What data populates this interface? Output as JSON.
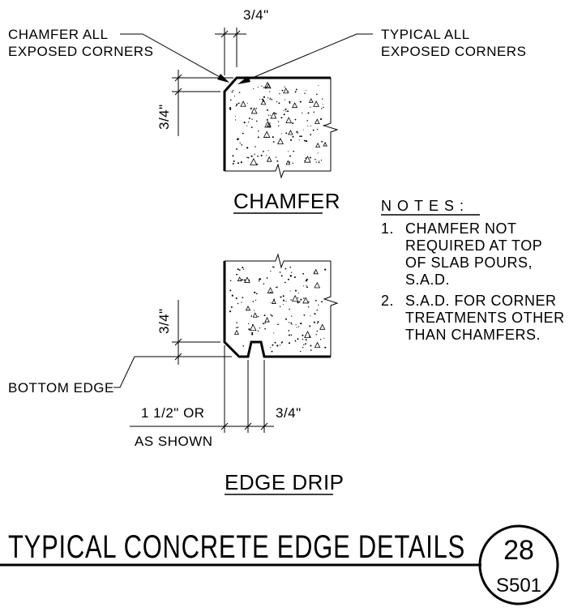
{
  "chamfer": {
    "label_chamfer_all": [
      "CHAMFER ALL",
      "EXPOSED CORNERS"
    ],
    "label_typical": [
      "TYPICAL ALL",
      "EXPOSED CORNERS"
    ],
    "dim_top": "3/4\"",
    "dim_side": "3/4\"",
    "title": "CHAMFER"
  },
  "notes": {
    "heading": "NOTES:",
    "items": [
      {
        "num": "1.",
        "lines": [
          "CHAMFER NOT",
          "REQUIRED AT TOP",
          "OF SLAB POURS,",
          "S.A.D."
        ]
      },
      {
        "num": "2.",
        "lines": [
          "S.A.D. FOR CORNER",
          "TREATMENTS OTHER",
          "THAN CHAMFERS."
        ]
      }
    ]
  },
  "edge_drip": {
    "dim_side": "3/4\"",
    "label_bottom_edge": "BOTTOM EDGE",
    "dim_left": [
      "1 1/2\" OR",
      "AS SHOWN"
    ],
    "dim_right": "3/4\"",
    "title": "EDGE DRIP"
  },
  "sheet": {
    "title": "TYPICAL CONCRETE EDGE DETAILS",
    "detail_number": "28",
    "sheet_number": "S501"
  }
}
